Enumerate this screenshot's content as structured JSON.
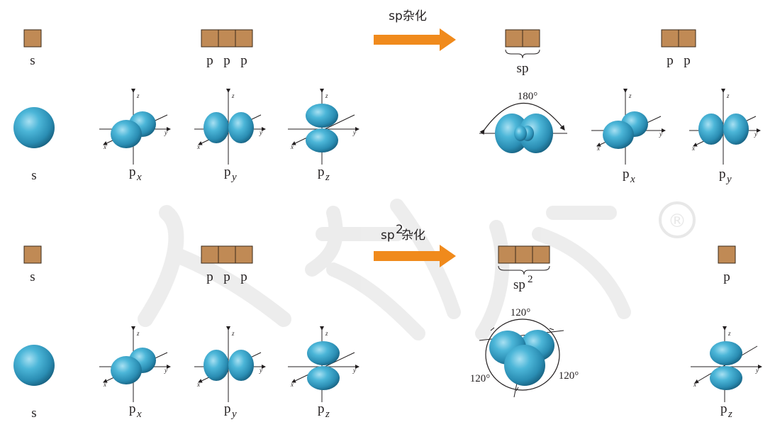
{
  "colors": {
    "orbital_box": "#c08a55",
    "orbital_box_border": "#3a2a1a",
    "arrow": "#f08a1c",
    "lobe": "#3aa7c9",
    "watermark": "#dcdcdc"
  },
  "sp_section": {
    "arrow_label": "sp杂化",
    "s_box_label": "s",
    "p_box_labels": [
      "p",
      "p",
      "p"
    ],
    "hybrid_box_label": "sp",
    "remaining_p_labels": [
      "p",
      "p"
    ],
    "angle_label": "180°",
    "orbital_labels": {
      "s": "s",
      "px": {
        "base": "p",
        "sub": "x"
      },
      "py": {
        "base": "p",
        "sub": "y"
      },
      "pz": {
        "base": "p",
        "sub": "z"
      },
      "px2": {
        "base": "p",
        "sub": "x"
      },
      "py2": {
        "base": "p",
        "sub": "y"
      }
    }
  },
  "sp2_section": {
    "arrow_label_base": "sp",
    "arrow_label_sup": "2",
    "arrow_label_tail": "杂化",
    "s_box_label": "s",
    "p_box_labels": [
      "p",
      "p",
      "p"
    ],
    "hybrid_box_base": "sp",
    "hybrid_box_sup": "2",
    "remaining_p_label": "p",
    "angle_labels": [
      "120°",
      "120°",
      "120°"
    ],
    "orbital_labels": {
      "s": "s",
      "px": {
        "base": "p",
        "sub": "x"
      },
      "py": {
        "base": "p",
        "sub": "y"
      },
      "pz": {
        "base": "p",
        "sub": "z"
      },
      "pz2": {
        "base": "p",
        "sub": "z"
      }
    }
  },
  "axis_labels": {
    "x": "x",
    "y": "y",
    "z": "z"
  },
  "watermark": {
    "symbol": "®"
  }
}
